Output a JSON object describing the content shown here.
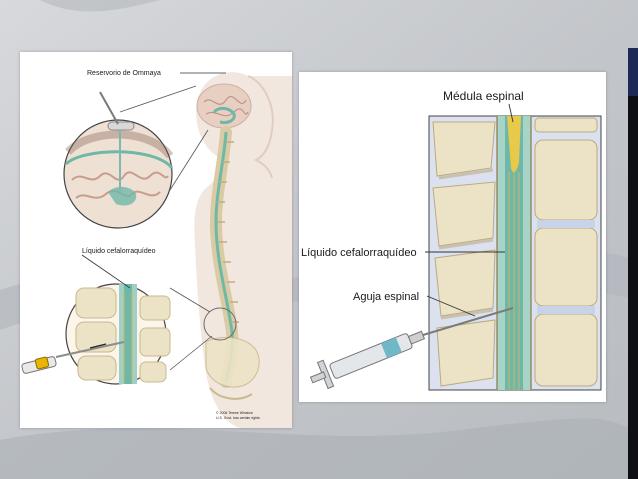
{
  "left_panel": {
    "label_reservoir": "Reservorio de Ommaya",
    "label_csf": "Líquido cefalorraquídeo",
    "credit_line1": "© 2006 Terese Winslow",
    "credit_line2": "U.S. Govt. has certain rights"
  },
  "right_panel": {
    "label_spinal_cord": "Médula espinal",
    "label_csf": "Líquido cefalorraquídeo",
    "label_needle": "Aguja espinal"
  },
  "colors": {
    "slide_background": "#c9ccd0",
    "accent_bar": "#1d2a55",
    "csf": "#6fb8a8",
    "bone": "#ece3c6",
    "brain": "#e9cfc2"
  }
}
